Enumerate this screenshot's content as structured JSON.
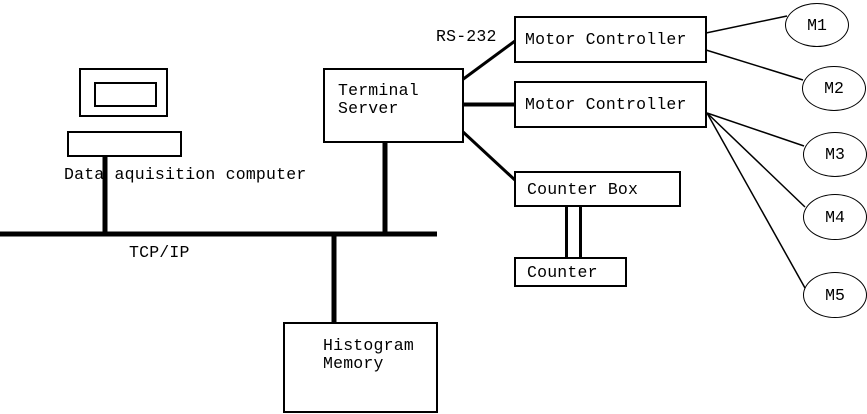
{
  "diagram": {
    "caption_computer": "Data aquisition computer",
    "label_bus": "TCP/IP",
    "label_serial": "RS-232",
    "nodes": {
      "terminal_server": {
        "line1": "Terminal",
        "line2": "Server"
      },
      "motor_controller_1": {
        "label": "Motor Controller"
      },
      "motor_controller_2": {
        "label": "Motor Controller"
      },
      "counter_box": {
        "label": "Counter Box"
      },
      "counter": {
        "label": "Counter"
      },
      "histogram_memory": {
        "line1": "Histogram",
        "line2": "Memory"
      }
    },
    "motors": [
      {
        "label": "M1"
      },
      {
        "label": "M2"
      },
      {
        "label": "M3"
      },
      {
        "label": "M4"
      },
      {
        "label": "M5"
      }
    ],
    "colors": {
      "ink": "#000000",
      "background": "#ffffff"
    }
  }
}
